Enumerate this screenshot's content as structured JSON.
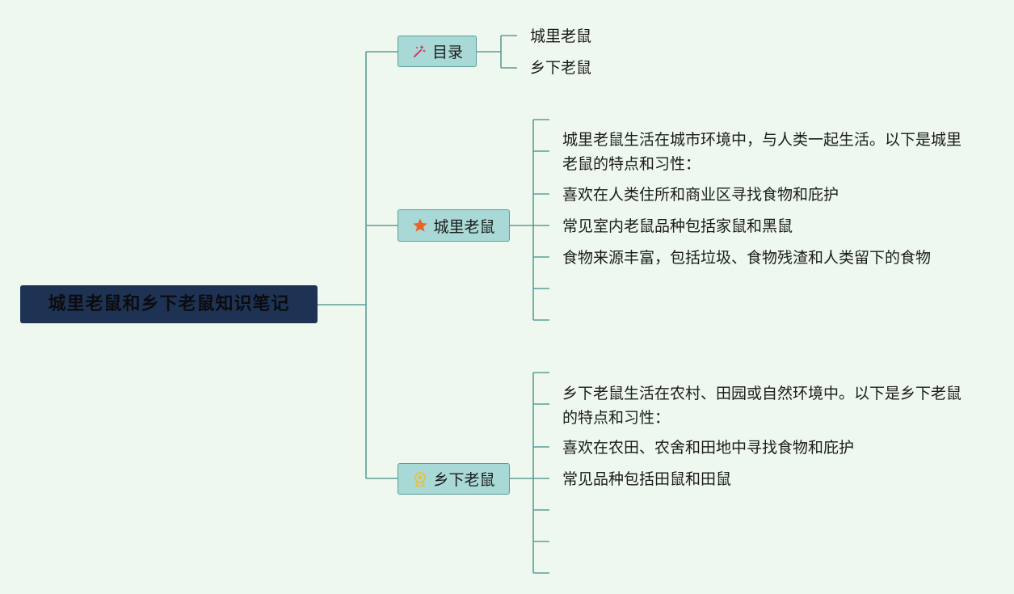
{
  "root": {
    "title": "城里老鼠和乡下老鼠知识笔记"
  },
  "branches": {
    "toc": {
      "label": "目录",
      "icon": "magic-wand-icon",
      "items": [
        "城里老鼠",
        "乡下老鼠"
      ]
    },
    "city": {
      "label": "城里老鼠",
      "icon": "star-icon",
      "items": [
        "城里老鼠生活在城市环境中，与人类一起生活。以下是城里老鼠的特点和习性：",
        "喜欢在人类住所和商业区寻找食物和庇护",
        "常见室内老鼠品种包括家鼠和黑鼠",
        "食物来源丰富，包括垃圾、食物残渣和人类留下的食物"
      ]
    },
    "country": {
      "label": "乡下老鼠",
      "icon": "medal-icon",
      "items": [
        "乡下老鼠生活在农村、田园或自然环境中。以下是乡下老鼠的特点和习性：",
        "喜欢在农田、农舍和田地中寻找食物和庇护",
        "常见品种包括田鼠和田鼠"
      ]
    }
  },
  "colors": {
    "background": "#eff8ee",
    "root_fill": "#1e3354",
    "branch_fill": "#a9d9d6",
    "line": "#5c9d98",
    "star": "#e8622a",
    "wand": "#d8386a",
    "medal": "#e2c24a"
  }
}
